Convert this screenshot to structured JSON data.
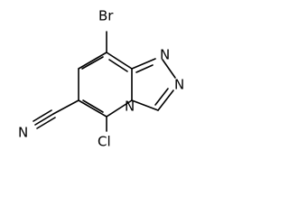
{
  "molecule": {
    "atoms": {
      "br": "Br",
      "cl": "Cl",
      "n_nitrile": "N",
      "n_ring_top": "N",
      "n_ring_right": "N",
      "n_bridge": "N"
    },
    "colors": {
      "background": "#ffffff",
      "bond": "#000000",
      "text": "#000000"
    }
  }
}
